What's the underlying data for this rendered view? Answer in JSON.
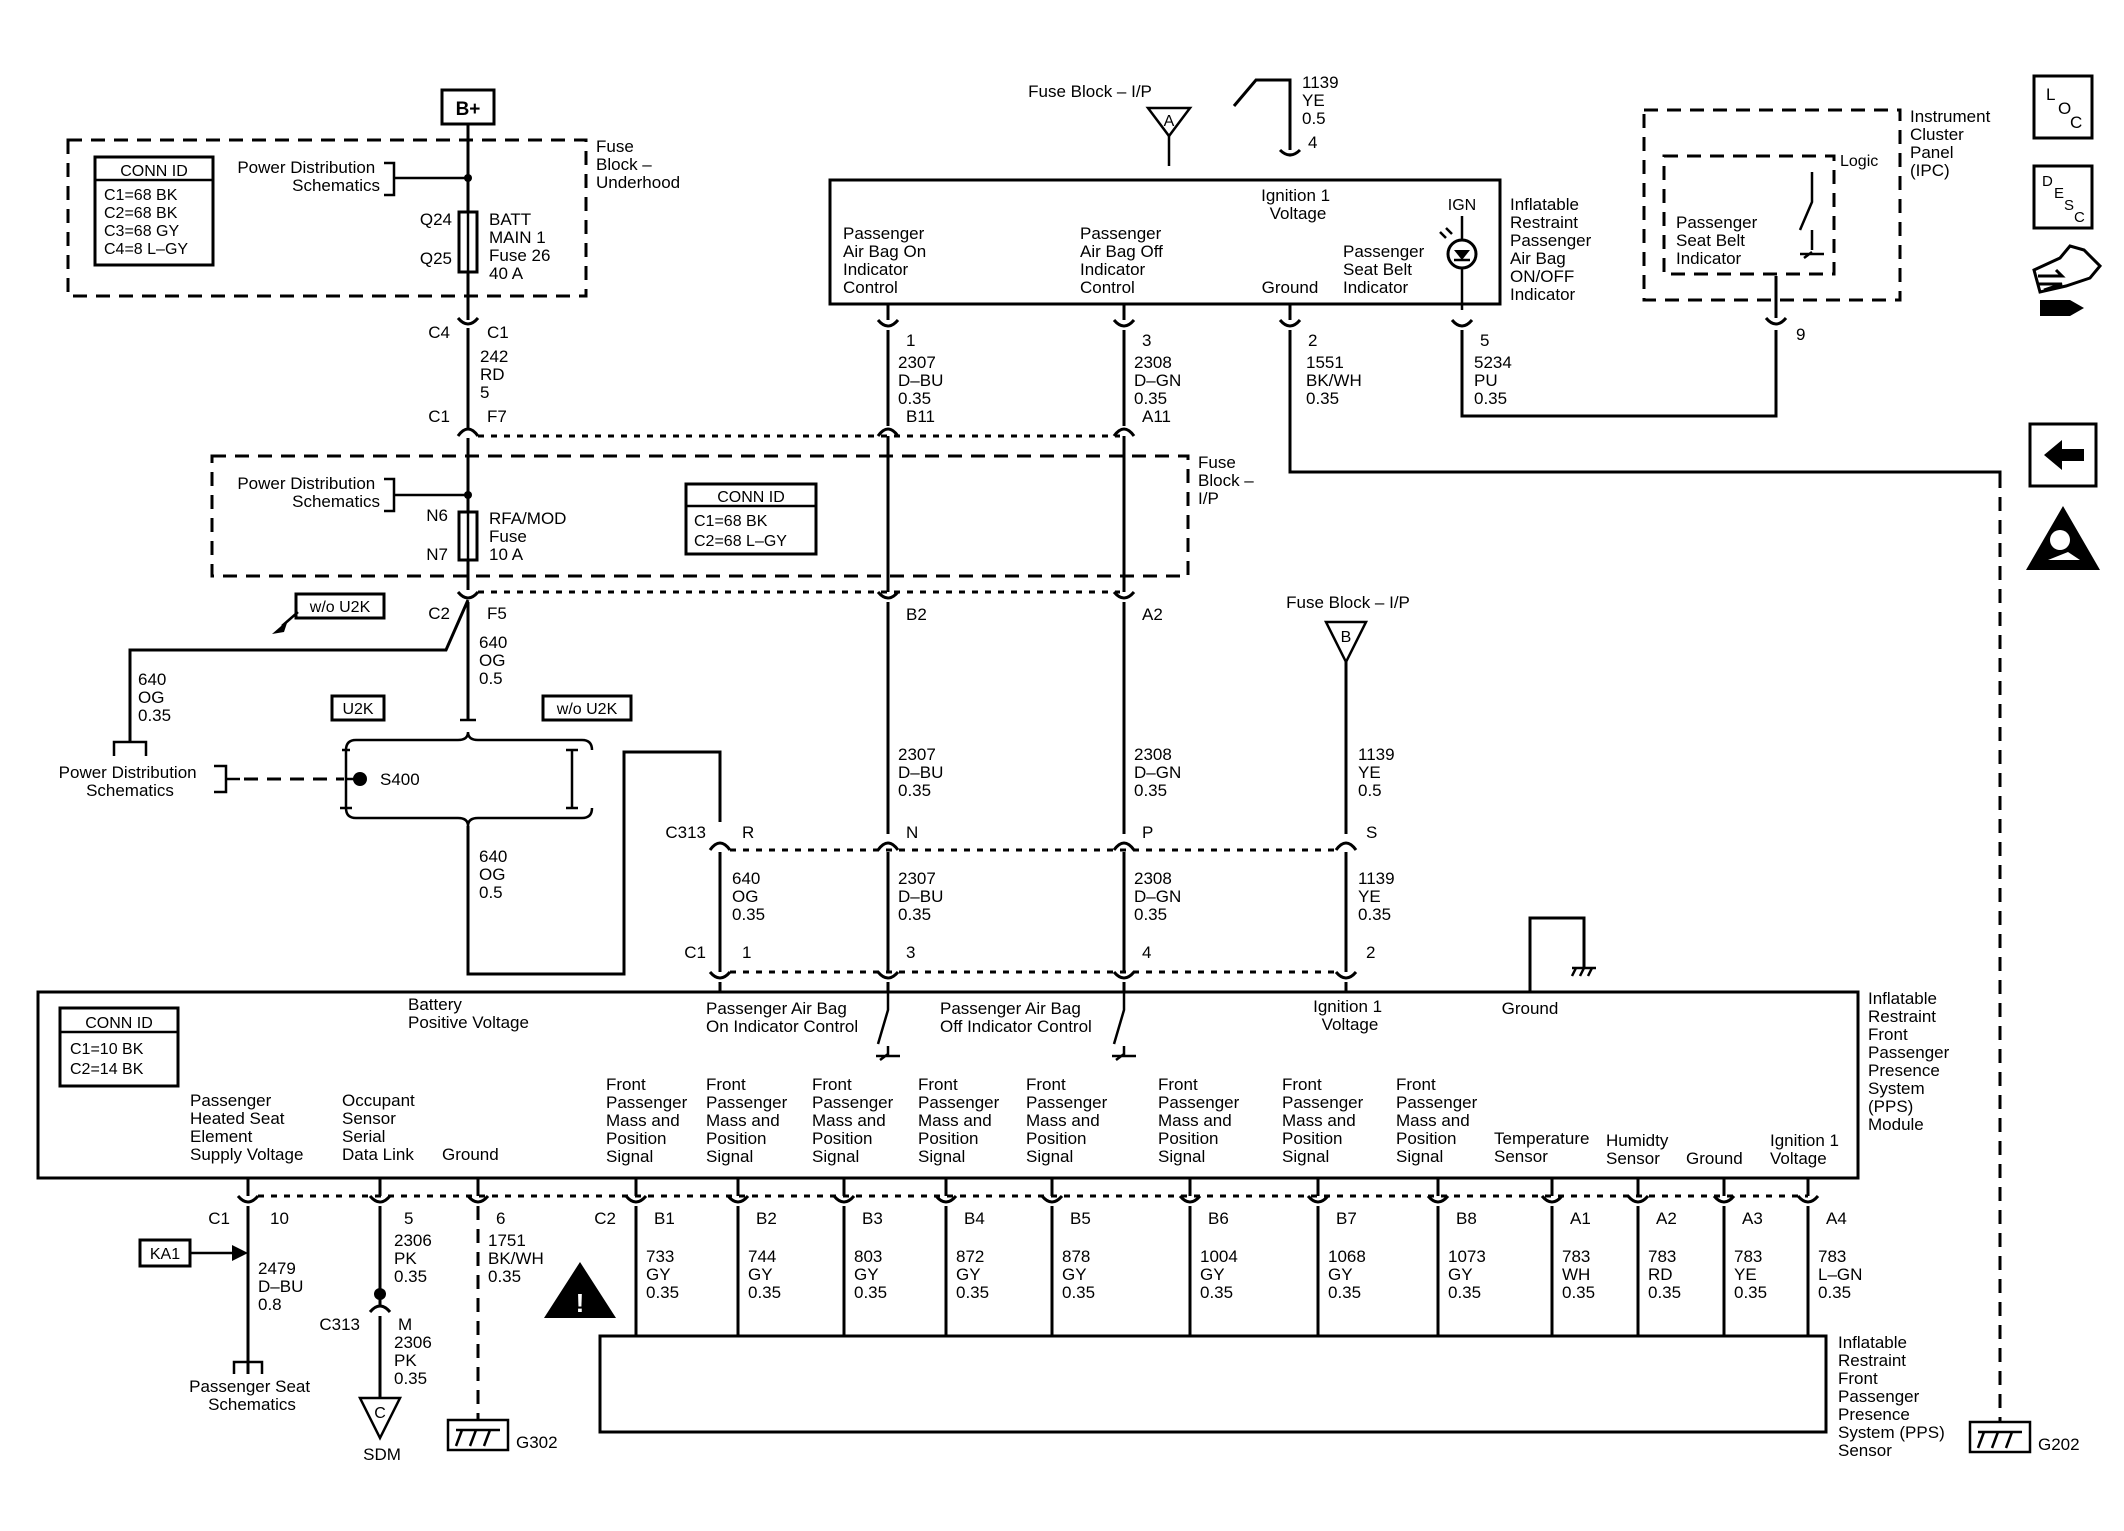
{
  "top": {
    "b_plus": "B+",
    "fuse_block_underhood": [
      "Fuse",
      "Block –",
      "Underhood"
    ],
    "pds_label": [
      "Power Distribution",
      "Schematics"
    ],
    "conn_id_title": "CONN ID",
    "conn_id_lines": [
      "C1=68 BK",
      "C2=68 BK",
      "C3=68 GY",
      "C4=8 L–GY"
    ],
    "q24": "Q24",
    "q25": "Q25",
    "batt_fuse": [
      "BATT",
      "MAIN 1",
      "Fuse 26",
      "40 A"
    ],
    "c4": "C4",
    "c1": "C1",
    "wire_242": [
      "242",
      "RD",
      "5"
    ],
    "c1b": "C1",
    "f7": "F7"
  },
  "ipfuse": {
    "pds_label": [
      "Power Distribution",
      "Schematics"
    ],
    "n6": "N6",
    "n7": "N7",
    "rfa_fuse": [
      "RFA/MOD",
      "Fuse",
      "10 A"
    ],
    "conn_id_title": "CONN ID",
    "conn_id_lines": [
      "C1=68 BK",
      "C2=68 L–GY"
    ],
    "label": [
      "Fuse",
      "Block –",
      "I/P"
    ],
    "wo_u2k_1": "w/o U2K",
    "c2": "C2",
    "f5": "F5",
    "wire_640a": [
      "640",
      "OG",
      "0.5"
    ],
    "wire_640b": [
      "640",
      "OG",
      "0.35"
    ],
    "pds2": [
      "Power Distribution",
      "Schematics"
    ],
    "u2k": "U2K",
    "wo_u2k_2": "w/o U2K",
    "s400": "S400",
    "wire_640c": [
      "640",
      "OG",
      "0.5"
    ]
  },
  "indicator": {
    "fuse_block_ip": "Fuse Block – I/P",
    "ref_a": "A",
    "wire_1139": [
      "1139",
      "YE",
      "0.5"
    ],
    "pin4": "4",
    "ign1": [
      "Ignition 1",
      "Voltage"
    ],
    "ign": "IGN",
    "pab_on": [
      "Passenger",
      "Air Bag On",
      "Indicator",
      "Control"
    ],
    "pab_off": [
      "Passenger",
      "Air Bag Off",
      "Indicator",
      "Control"
    ],
    "ground": "Ground",
    "psbi": [
      "Passenger",
      "Seat Belt",
      "Indicator"
    ],
    "module_label": [
      "Inflatable",
      "Restraint",
      "Passenger",
      "Air Bag",
      "ON/OFF",
      "Indicator"
    ],
    "pin1": "1",
    "wire_2307": [
      "2307",
      "D–BU",
      "0.35"
    ],
    "pin3": "3",
    "wire_2308": [
      "2308",
      "D–GN",
      "0.35"
    ],
    "pin2": "2",
    "wire_1551": [
      "1551",
      "BK/WH",
      "0.35"
    ],
    "pin5": "5",
    "wire_5234": [
      "5234",
      "PU",
      "0.35"
    ],
    "b11": "B11",
    "a11": "A11",
    "b2": "B2",
    "a2": "A2"
  },
  "ipc": {
    "label": [
      "Instrument",
      "Cluster",
      "Panel",
      "(IPC)"
    ],
    "logic": "Logic",
    "psbi": [
      "Passenger",
      "Seat Belt",
      "Indicator"
    ],
    "pin9": "9"
  },
  "middle": {
    "fuse_block_ip_b": "Fuse Block – I/P",
    "ref_b": "B",
    "wire_2307": [
      "2307",
      "D–BU",
      "0.35"
    ],
    "wire_2308": [
      "2308",
      "D–GN",
      "0.35"
    ],
    "wire_1139": [
      "1139",
      "YE",
      "0.5"
    ],
    "c313": "C313",
    "r": "R",
    "n": "N",
    "p": "P",
    "s": "S",
    "wire_640": [
      "640",
      "OG",
      "0.35"
    ],
    "wire_2307b": [
      "2307",
      "D–BU",
      "0.35"
    ],
    "wire_2308b": [
      "2308",
      "D–GN",
      "0.35"
    ],
    "wire_1139b": [
      "1139",
      "YE",
      "0.35"
    ],
    "c1": "C1",
    "pin1": "1",
    "pin3": "3",
    "pin4": "4",
    "pin2": "2"
  },
  "module": {
    "conn_id_title": "CONN ID",
    "conn_id_lines": [
      "C1=10 BK",
      "C2=14 BK"
    ],
    "batt_pos": [
      "Battery",
      "Positive Voltage"
    ],
    "pab_on": [
      "Passenger Air Bag",
      "On Indicator Control"
    ],
    "pab_off": [
      "Passenger Air Bag",
      "Off Indicator Control"
    ],
    "ign1": [
      "Ignition 1",
      "Voltage"
    ],
    "ground_top": "Ground",
    "label": [
      "Inflatable",
      "Restraint",
      "Front",
      "Passenger",
      "Presence",
      "System",
      "(PPS)",
      "Module"
    ],
    "phs": [
      "Passenger",
      "Heated Seat",
      "Element",
      "Supply Voltage"
    ],
    "oss": [
      "Occupant",
      "Sensor",
      "Serial",
      "Data Link"
    ],
    "ground_bot": "Ground",
    "fpmp": [
      "Front",
      "Passenger",
      "Mass and",
      "Position",
      "Signal"
    ],
    "temp": [
      "Temperature",
      "Sensor"
    ],
    "hum": [
      "Humidty",
      "Sensor"
    ],
    "ground2": "Ground",
    "ign1b": [
      "Ignition 1",
      "Voltage"
    ]
  },
  "bottom": {
    "c1": "C1",
    "pin10": "10",
    "ka1": "KA1",
    "wire_2479": [
      "2479",
      "D–BU",
      "0.8"
    ],
    "ps_schem": [
      "Passenger Seat",
      "Schematics"
    ],
    "pin5": "5",
    "wire_2306": [
      "2306",
      "PK",
      "0.35"
    ],
    "c313": "C313",
    "m": "M",
    "wire_2306b": [
      "2306",
      "PK",
      "0.35"
    ],
    "ref_c": "C",
    "sdm": "SDM",
    "pin6": "6",
    "wire_1751": [
      "1751",
      "BK/WH",
      "0.35"
    ],
    "g302": "G302",
    "c2": "C2",
    "pins": [
      "B1",
      "B2",
      "B3",
      "B4",
      "B5",
      "B6",
      "B7",
      "B8",
      "A1",
      "A2",
      "A3",
      "A4"
    ],
    "wires": [
      [
        "733",
        "GY",
        "0.35"
      ],
      [
        "744",
        "GY",
        "0.35"
      ],
      [
        "803",
        "GY",
        "0.35"
      ],
      [
        "872",
        "GY",
        "0.35"
      ],
      [
        "878",
        "GY",
        "0.35"
      ],
      [
        "1004",
        "GY",
        "0.35"
      ],
      [
        "1068",
        "GY",
        "0.35"
      ],
      [
        "1073",
        "GY",
        "0.35"
      ],
      [
        "783",
        "WH",
        "0.35"
      ],
      [
        "783",
        "RD",
        "0.35"
      ],
      [
        "783",
        "YE",
        "0.35"
      ],
      [
        "783",
        "L–GN",
        "0.35"
      ]
    ],
    "sensor_label": [
      "Inflatable",
      "Restraint",
      "Front",
      "Passenger",
      "Presence",
      "System (PPS)",
      "Sensor"
    ],
    "g202": "G202"
  },
  "nav": {
    "loc": [
      "L",
      "O",
      "C"
    ],
    "desc": [
      "D",
      "E",
      "S",
      "C"
    ]
  }
}
